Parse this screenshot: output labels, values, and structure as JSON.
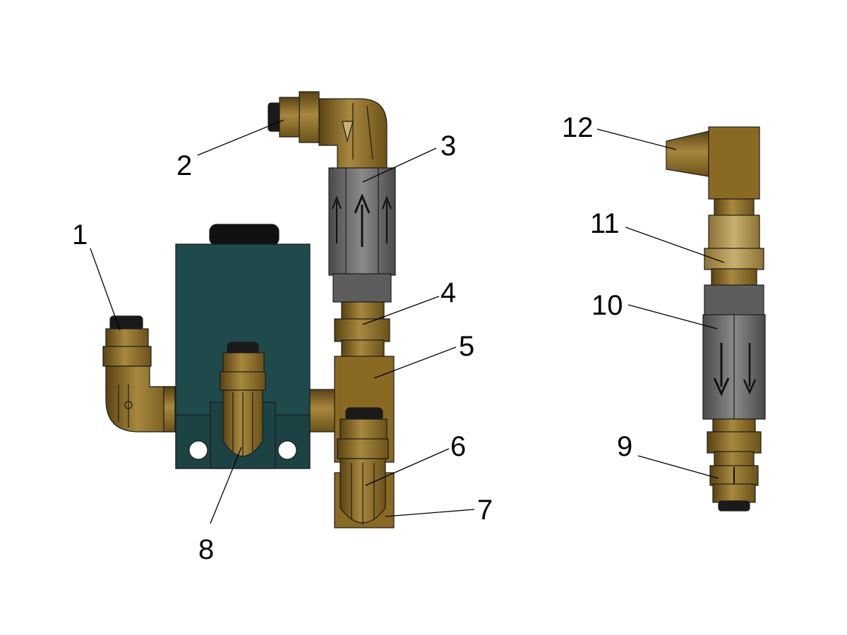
{
  "colors": {
    "brass": "#8a6a23",
    "brass_light": "#b99a52",
    "brass_dark": "#5a4312",
    "valve_body": "#1f4a4c",
    "valve_body_dark": "#173a3b",
    "flow_meter": "#6f6f6f",
    "flow_meter_dark": "#4f4f4f",
    "rubber": "#1a1a1a",
    "outline": "#1b1b1b"
  },
  "callouts": [
    {
      "id": "1",
      "label": "1"
    },
    {
      "id": "2",
      "label": "2"
    },
    {
      "id": "3",
      "label": "3"
    },
    {
      "id": "4",
      "label": "4"
    },
    {
      "id": "5",
      "label": "5"
    },
    {
      "id": "6",
      "label": "6"
    },
    {
      "id": "7",
      "label": "7"
    },
    {
      "id": "8",
      "label": "8"
    },
    {
      "id": "9",
      "label": "9"
    },
    {
      "id": "10",
      "label": "10"
    },
    {
      "id": "11",
      "label": "11"
    },
    {
      "id": "12",
      "label": "12"
    }
  ],
  "flow_arrows": {
    "left_assembly": "up",
    "right_assembly": "down"
  }
}
